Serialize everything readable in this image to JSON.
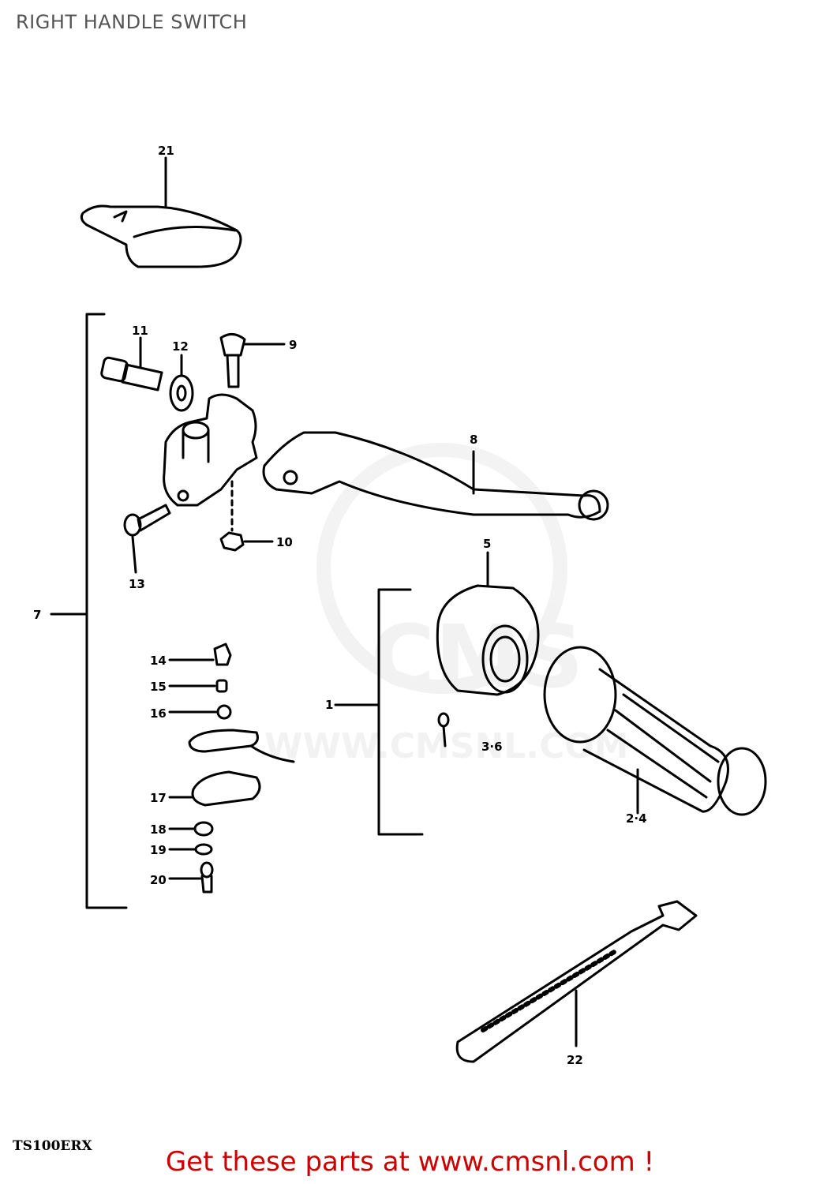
{
  "header": {
    "title": "RIGHT HANDLE SWITCH"
  },
  "footer": {
    "model_code": "TS100ERX",
    "cta": "Get these parts at www.cmsnl.com !"
  },
  "watermark": {
    "text": "WWW.CMSNL.COM",
    "logo": "CMS"
  },
  "callouts": {
    "c21": "21",
    "c11": "11",
    "c12": "12",
    "c9": "9",
    "c8": "8",
    "c10": "10",
    "c13": "13",
    "c7": "7",
    "c5": "5",
    "c14": "14",
    "c15": "15",
    "c16": "16",
    "c1": "1",
    "c36": "3·6",
    "c17": "17",
    "c18": "18",
    "c19": "19",
    "c20": "20",
    "c24": "2·4",
    "c22": "22"
  }
}
